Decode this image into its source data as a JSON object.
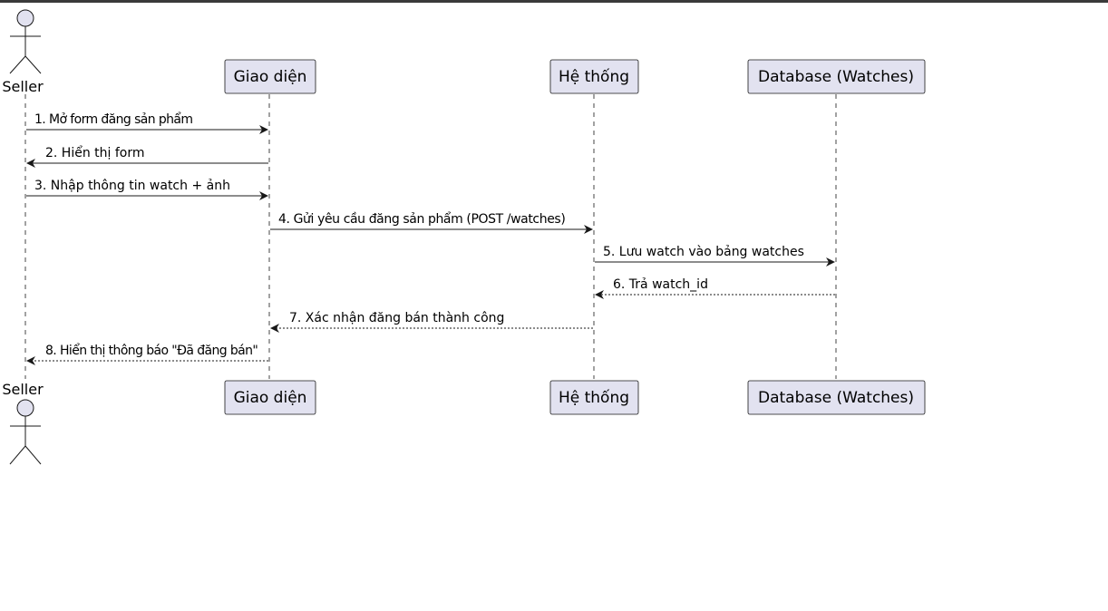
{
  "actor": {
    "name": "Seller"
  },
  "participants": [
    {
      "id": "ui",
      "label": "Giao diện"
    },
    {
      "id": "system",
      "label": "Hệ thống"
    },
    {
      "id": "db",
      "label": "Database (Watches)"
    }
  ],
  "messages": [
    {
      "label": "1. Mở form đăng sản phẩm",
      "from": "seller",
      "to": "ui",
      "style": "solid"
    },
    {
      "label": "2. Hiển thị form",
      "from": "ui",
      "to": "seller",
      "style": "solid"
    },
    {
      "label": "3. Nhập thông tin watch + ảnh",
      "from": "seller",
      "to": "ui",
      "style": "solid"
    },
    {
      "label": "4. Gửi yêu cầu đăng sản phẩm (POST /watches)",
      "from": "ui",
      "to": "system",
      "style": "solid"
    },
    {
      "label": "5. Lưu watch vào bảng watches",
      "from": "system",
      "to": "db",
      "style": "solid"
    },
    {
      "label": "6. Trả watch_id",
      "from": "db",
      "to": "system",
      "style": "dashed"
    },
    {
      "label": "7. Xác nhận đăng bán thành công",
      "from": "system",
      "to": "ui",
      "style": "dashed"
    },
    {
      "label": "8. Hiển thị thông báo \"Đã đăng bán\"",
      "from": "ui",
      "to": "seller",
      "style": "dashed"
    }
  ],
  "colors": {
    "participant_fill": "#e2e2f0",
    "participant_stroke": "#181818",
    "lifeline": "#181818",
    "arrow": "#181818",
    "text": "#000000"
  }
}
